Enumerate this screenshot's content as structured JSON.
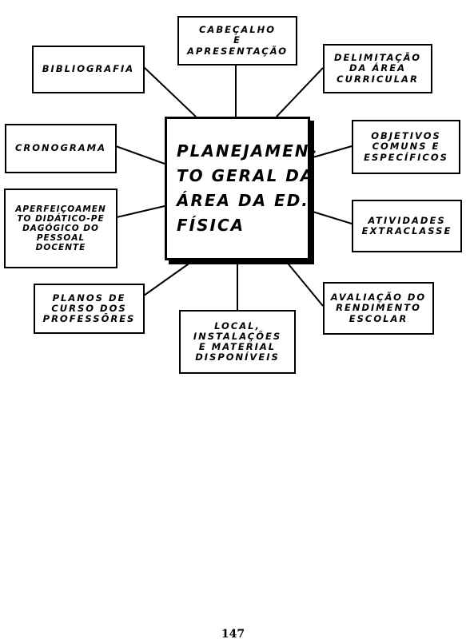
{
  "center": {
    "lines": [
      "PLANEJAMEN-",
      "TO GERAL DA",
      "ÁREA DA ED.",
      "FÍSICA"
    ]
  },
  "nodes": {
    "cabecalho": [
      "CABEÇALHO",
      "E",
      "APRESENTAÇÃO"
    ],
    "bibliografia": [
      "BIBLIOGRAFIA"
    ],
    "delimitacao": [
      "DELIMITAÇÃO",
      "DA ÁREA",
      "CURRICULAR"
    ],
    "cronograma": [
      "CRONOGRAMA"
    ],
    "objetivos": [
      "OBJETIVOS",
      "COMUNS E",
      "ESPECÍFICOS"
    ],
    "aperfeicoamento": [
      "APERFEIÇOAMEN",
      "TO DIDÁTICO-PE",
      "DAGÓGICO DO",
      "PESSOAL",
      "DOCENTE"
    ],
    "atividades": [
      "ATIVIDADES",
      "EXTRACLASSE"
    ],
    "planos": [
      "PLANOS DE",
      "CURSO DOS",
      "PROFESSÔRES"
    ],
    "local": [
      "LOCAL,",
      "INSTALAÇÕES",
      "E MATERIAL",
      "DISPONÍVEIS"
    ],
    "avaliacao": [
      "AVALIAÇÃO DO",
      "RENDIMENTO",
      "ESCOLAR"
    ]
  },
  "page_number": "147"
}
